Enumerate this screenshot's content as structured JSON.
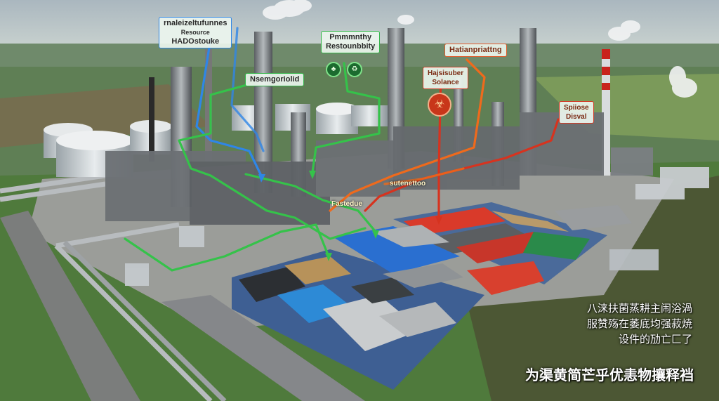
{
  "labels": {
    "blue_top": [
      "rnaleizeltufunnes",
      "Resource",
      "HADOstouke"
    ],
    "green_top": [
      "Pmmmnthy",
      "Restounbbity"
    ],
    "green_mid": "Nsemgoriolid",
    "orange_top": "Hatianpriattng",
    "red_mid": [
      "Hajsisuber",
      "Solance"
    ],
    "red_right": [
      "Spiiose",
      "Disval"
    ]
  },
  "flow_tags": {
    "orange_flow": "sutenettoo",
    "green_flow": "Fastedue"
  },
  "captions": {
    "line1": "八涞扶菌蒸耕主闹浴渦",
    "line2": "服赞殇在萎底均强菽焼",
    "line3": "设件的劢亡匚了",
    "title": "为渠黄简芒乎优恚物攘释裆"
  },
  "icons": {
    "recycle_badges": [
      "leaf-icon",
      "recycle-icon"
    ],
    "hazard": "biohazard-icon"
  },
  "colors": {
    "flow_blue": "#2f86e6",
    "flow_green": "#35c24a",
    "flow_orange": "#ef6a1c",
    "flow_red": "#d6331f"
  }
}
